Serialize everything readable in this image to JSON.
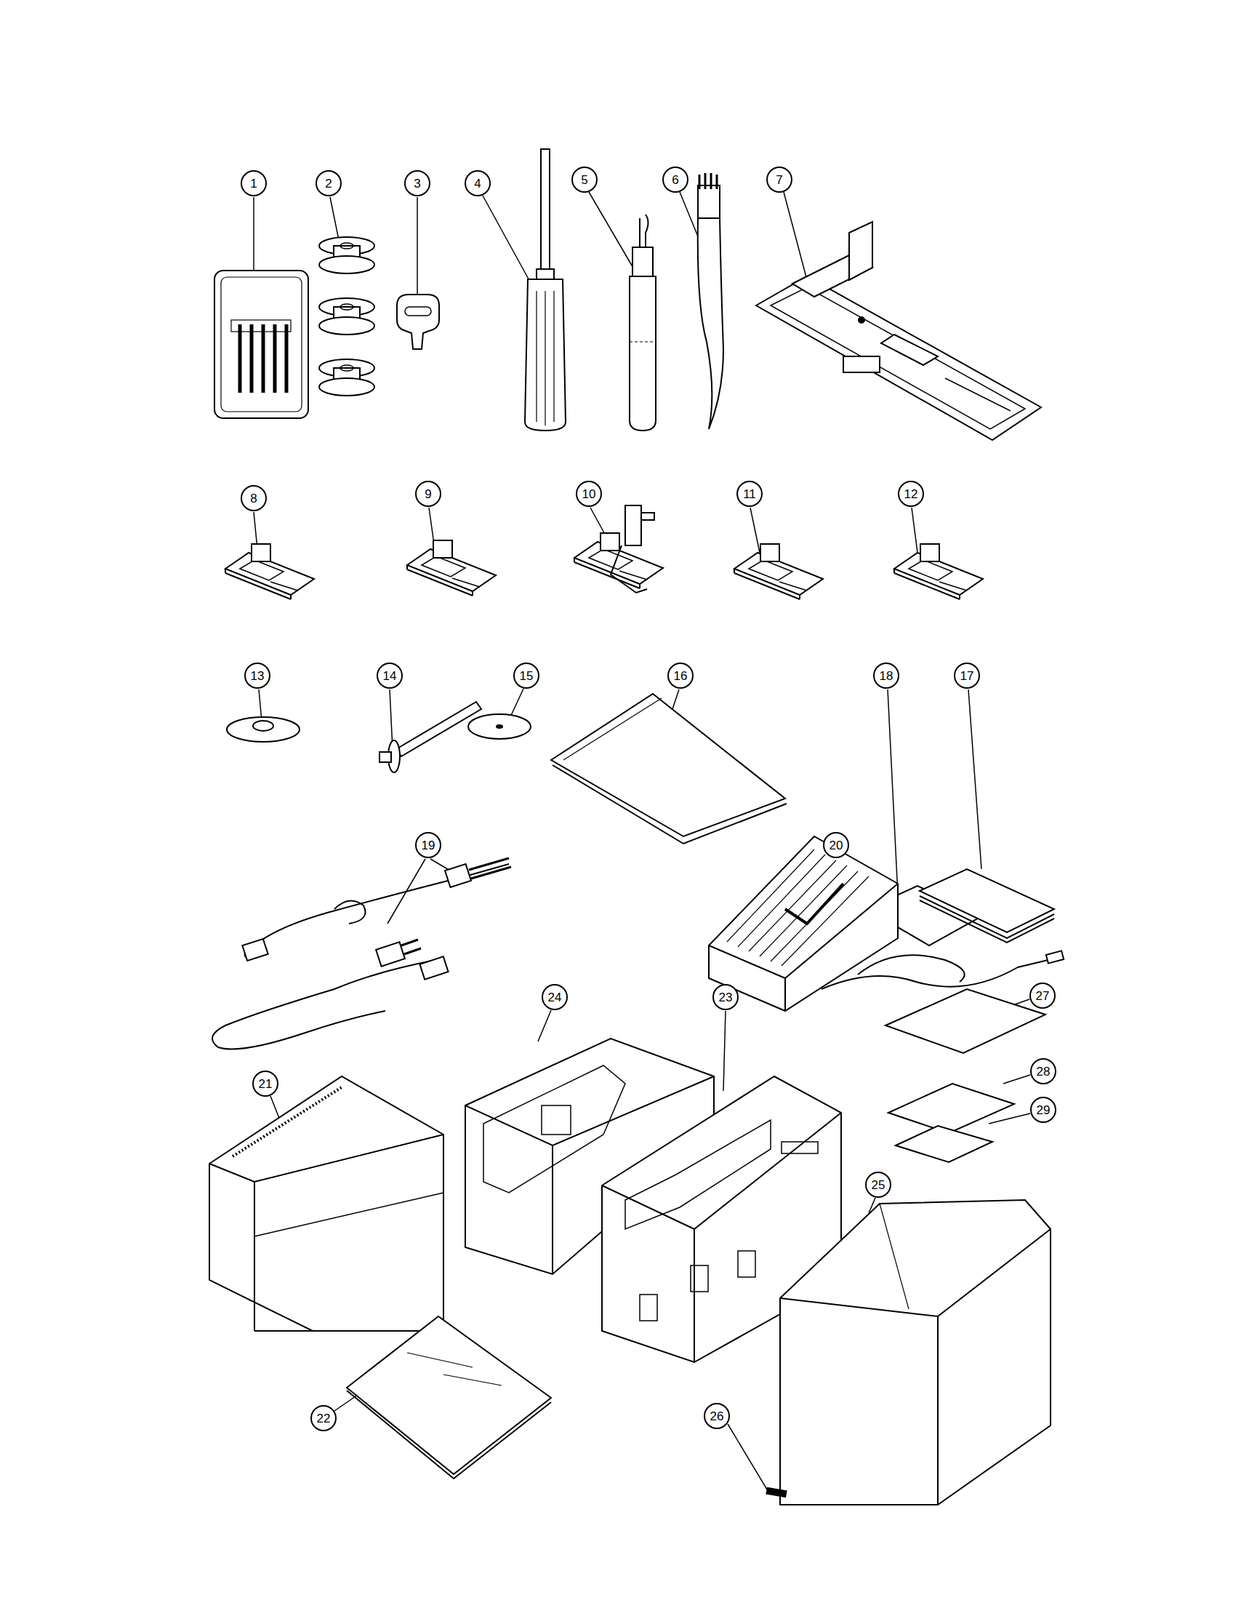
{
  "diagram": {
    "nodes": [
      {
        "text": [
          "1"
        ]
      },
      {
        "text": [
          "2"
        ]
      },
      {
        "text": [
          "3"
        ]
      },
      {
        "text": [
          "4"
        ]
      },
      {
        "text": [
          "5"
        ]
      },
      {
        "text": [
          "6"
        ]
      },
      {
        "text": [
          "7"
        ]
      },
      {
        "text": [
          "8"
        ]
      },
      {
        "text": [
          "9"
        ]
      },
      {
        "text": [
          "10"
        ]
      },
      {
        "text": [
          "11"
        ]
      },
      {
        "text": [
          "12"
        ]
      },
      {
        "text": [
          "13"
        ]
      },
      {
        "text": [
          "14"
        ]
      },
      {
        "text": [
          "15"
        ]
      },
      {
        "text": [
          "16"
        ]
      },
      {
        "text": [
          "18"
        ]
      },
      {
        "text": [
          "17"
        ]
      },
      {
        "text": [
          "19"
        ]
      },
      {
        "text": [
          "20"
        ]
      },
      {
        "text": [
          "24"
        ]
      },
      {
        "text": [
          "23"
        ]
      },
      {
        "text": [
          "27"
        ]
      },
      {
        "text": [
          "21"
        ]
      },
      {
        "text": [
          "28"
        ]
      },
      {
        "text": [
          "29"
        ]
      },
      {
        "text": [
          "25"
        ]
      },
      {
        "text": [
          "22"
        ]
      },
      {
        "text": [
          "26"
        ]
      }
    ]
  }
}
